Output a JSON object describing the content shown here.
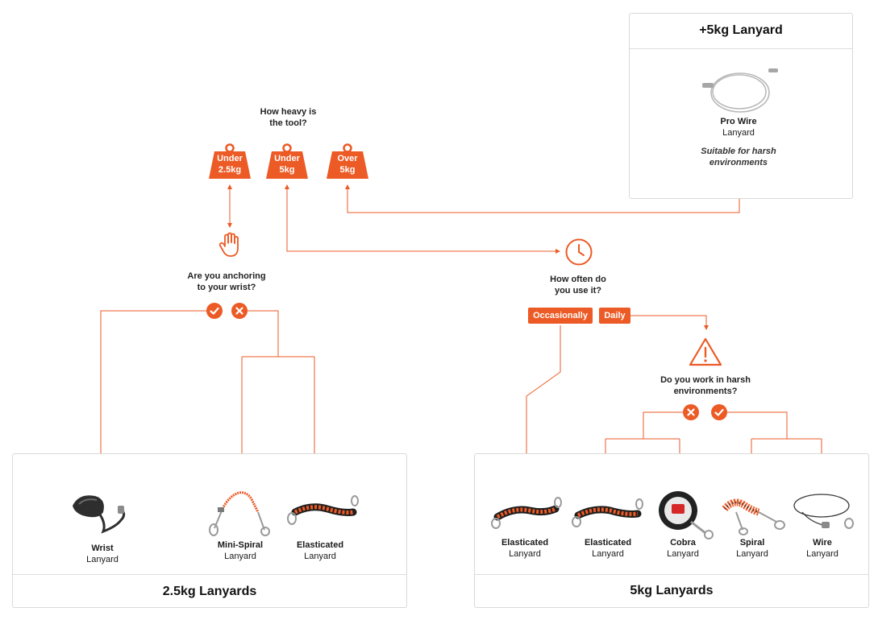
{
  "colors": {
    "accent": "#ec5a25",
    "line": "#ec5a25",
    "panel_border": "#d9d9d9"
  },
  "weight_question": {
    "line1": "How heavy is",
    "line2": "the tool?"
  },
  "weights": [
    {
      "line1": "Under",
      "line2": "2.5kg"
    },
    {
      "line1": "Under",
      "line2": "5kg"
    },
    {
      "line1": "Over",
      "line2": "5kg"
    }
  ],
  "wrist_question": {
    "icon": "hand-icon",
    "line1": "Are you anchoring",
    "line2": "to your wrist?"
  },
  "usage_question": {
    "icon": "clock-icon",
    "line1": "How often do",
    "line2": "you use it?"
  },
  "usage_options": {
    "occasionally": "Occasionally",
    "daily": "Daily"
  },
  "harsh_question": {
    "icon": "warning-icon",
    "line1": "Do you work in harsh",
    "line2": "environments?"
  },
  "panel_5plus": {
    "title": "+5kg Lanyard",
    "product": {
      "name": "Pro Wire",
      "sub": "Lanyard"
    },
    "note_line1": "Suitable for harsh",
    "note_line2": "environments"
  },
  "panel_25": {
    "title": "2.5kg Lanyards",
    "products": [
      {
        "name": "Wrist",
        "sub": "Lanyard"
      },
      {
        "name": "Mini-Spiral",
        "sub": "Lanyard"
      },
      {
        "name": "Elasticated",
        "sub": "Lanyard"
      }
    ]
  },
  "panel_5": {
    "title": "5kg Lanyards",
    "products": [
      {
        "name": "Elasticated",
        "sub": "Lanyard"
      },
      {
        "name": "Elasticated",
        "sub": "Lanyard"
      },
      {
        "name": "Cobra",
        "sub": "Lanyard"
      },
      {
        "name": "Spiral",
        "sub": "Lanyard"
      },
      {
        "name": "Wire",
        "sub": "Lanyard"
      }
    ]
  }
}
